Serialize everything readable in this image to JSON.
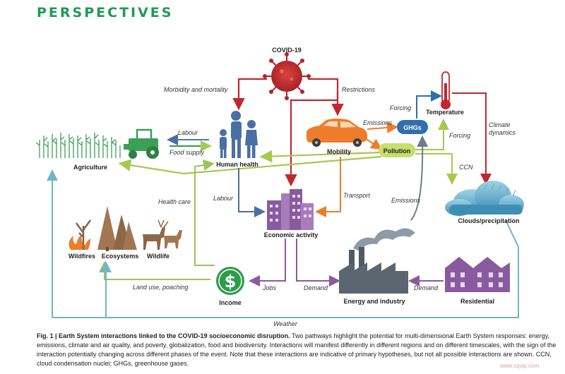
{
  "section_title": "PERSPECTIVES",
  "nodes": {
    "covid": "COVID-19",
    "agriculture": "Agriculture",
    "human_health": "Human health",
    "mobility": "Mobility",
    "ghgs": "GHGs",
    "temperature": "Temperature",
    "pollution": "Pollution",
    "clouds": "Clouds/precipitation",
    "economic_activity": "Economic activity",
    "wildfires": "Wildfires",
    "ecosystems": "Ecosystems",
    "wildlife": "Wildlife",
    "income": "Income",
    "energy_industry": "Energy and industry",
    "residential": "Residential"
  },
  "links": {
    "morbidity": "Morbidity and mortality",
    "restrictions": "Restrictions",
    "labour_top": "Labour",
    "food_supply": "Food supply",
    "emissions_mobility": "Emissions",
    "forcing_top": "Forcing",
    "forcing_pollution": "Forcing",
    "climate_dynamics_1": "Climate",
    "climate_dynamics_2": "dynamics",
    "ccn": "CCN",
    "health_care": "Health care",
    "labour_mid": "Labour",
    "transport": "Transport",
    "emissions_energy": "Emissions",
    "land_use": "Land use, poaching",
    "jobs": "Jobs",
    "demand_income": "Demand",
    "demand_residential": "Demand",
    "weather": "Weather"
  },
  "caption": {
    "title": "Fig. 1 | Earth System interactions linked to the COVID-19 socioeconomic disruption.",
    "body": "Two pathways highlight the potential for multi-dimensional Earth System responses: energy, emissions, climate and air quality, and poverty, globalization, food and biodiversity. Interactions will manifest differently in different regions and on different timescales, with the sign of the interaction potentially changing across different phases of the event. Note that these interactions are indicative of primary hypotheses, but not all possible interactions are shown. CCN, cloud condensation nuclei; GHGs, greenhouse gases."
  },
  "watermark": "www.cqvip.com",
  "colors": {
    "heading": "#1f9a55",
    "covid": "#c0282f",
    "mobility": "#ee7d2b",
    "ghgs": "#2f6fae",
    "pollution": "#c9dd6d",
    "labour_flow": "#4a6fa5",
    "weather": "#6fb6c5",
    "income": "#2e9b4a",
    "economic": "#8a5a9e"
  }
}
